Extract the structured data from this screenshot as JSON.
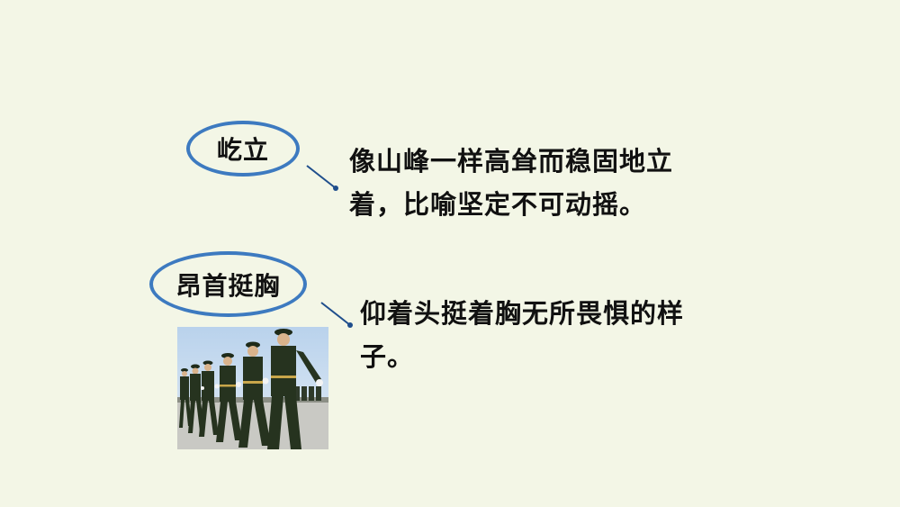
{
  "slide": {
    "term1": {
      "label": "屹立",
      "definition_line1": "像山峰一样高耸而稳固地立",
      "definition_line2": "着，比喻坚定不可动摇。"
    },
    "term2": {
      "label": "昂首挺胸",
      "definition_line1": "仰着头挺着胸无所畏惧的样",
      "definition_line2": "子。"
    }
  },
  "colors": {
    "background": "#f3f6e6",
    "oval_border": "#3d7ac0",
    "connector": "#1f4e8c",
    "text": "#111111"
  },
  "image": {
    "subject": "marching-soldiers"
  }
}
